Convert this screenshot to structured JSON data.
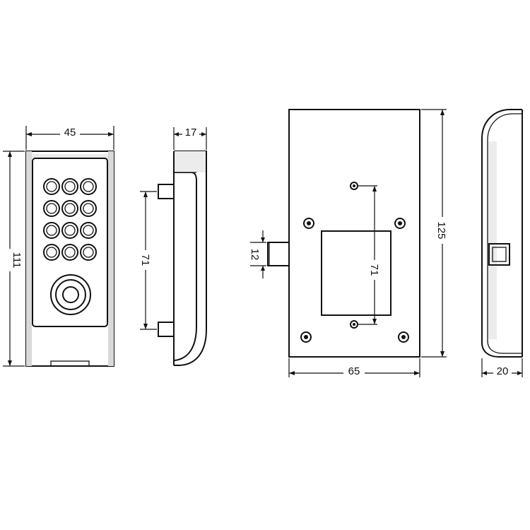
{
  "dimensions": {
    "front_width": "45",
    "front_height": "111",
    "side_depth": "17",
    "side_hole_spacing": "71",
    "back_bolt": "12",
    "back_hole_spacing": "71",
    "back_width": "65",
    "back_height": "125",
    "right_depth": "20"
  },
  "keypad": {
    "rows": 4,
    "cols": 3
  }
}
